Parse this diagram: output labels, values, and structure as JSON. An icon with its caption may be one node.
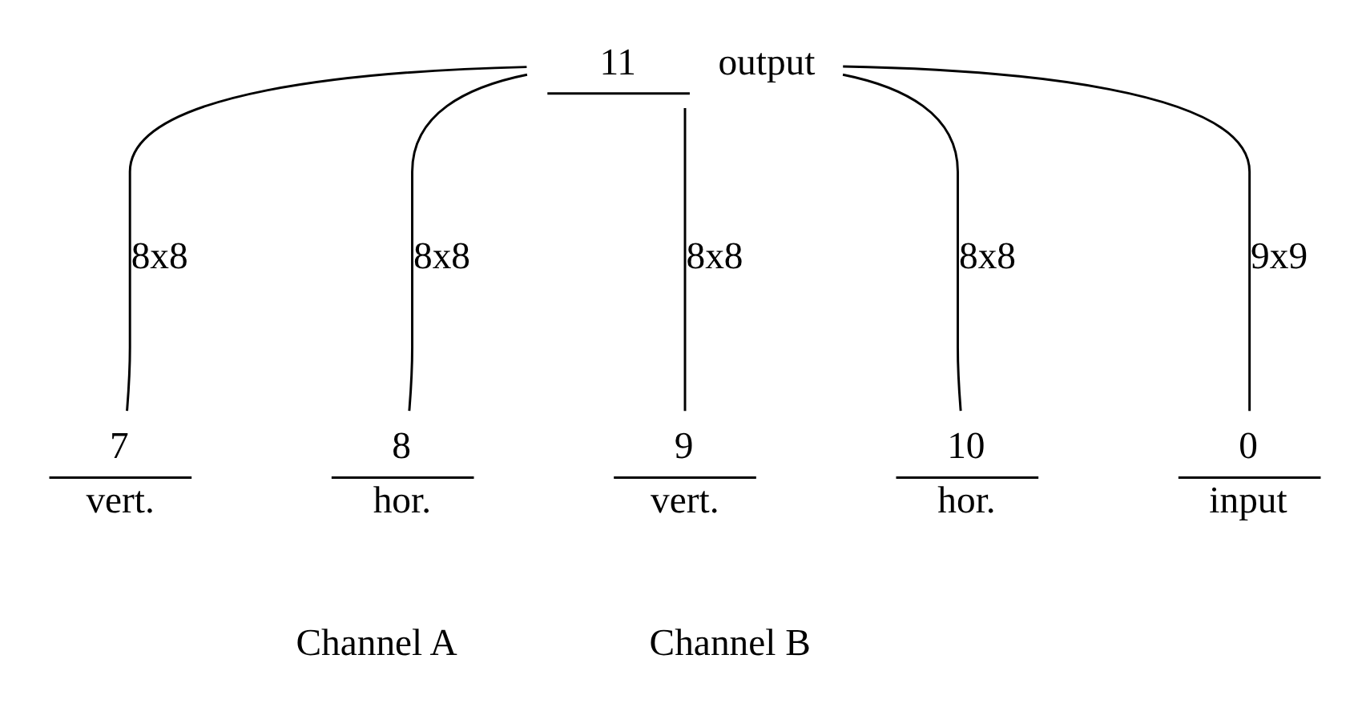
{
  "diagram": {
    "nodes": [
      {
        "text": [
          "11",
          "output"
        ]
      },
      {
        "text": [
          "7",
          "vert."
        ]
      },
      {
        "text": [
          "8",
          "hor."
        ]
      },
      {
        "text": [
          "9",
          "vert."
        ]
      },
      {
        "text": [
          "10",
          "hor."
        ]
      },
      {
        "text": [
          "0",
          "input"
        ]
      }
    ],
    "edges": [
      {
        "from": 1,
        "to": 0,
        "arrow": "none",
        "label": "8x8"
      },
      {
        "from": 2,
        "to": 0,
        "arrow": "none",
        "label": "8x8"
      },
      {
        "from": 3,
        "to": 0,
        "arrow": "none",
        "label": "8x8"
      },
      {
        "from": 4,
        "to": 0,
        "arrow": "none",
        "label": "8x8"
      },
      {
        "from": 5,
        "to": 0,
        "arrow": "none",
        "label": "9x9"
      }
    ],
    "labels": [
      "Channel A",
      "Channel B"
    ]
  }
}
